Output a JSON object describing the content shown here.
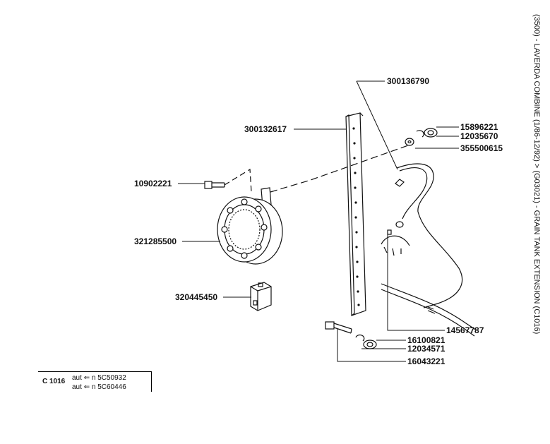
{
  "side_title": "(3500) - LAVERDA COMBINE (1/86-12/92) > (G03021) - GRAIN TANK EXTENSION (C1016)",
  "part_labels": {
    "p300136790": "300136790",
    "p300132617": "300132617",
    "p15896221": "15896221",
    "p12035670": "12035670",
    "p355500615": "355500615",
    "p10902221": "10902221",
    "p321285500": "321285500",
    "p320445450": "320445450",
    "p14567787": "14567787",
    "p16100821": "16100821",
    "p12034571": "12034571",
    "p16043221": "16043221"
  },
  "reference": {
    "code": "C 1016",
    "rows": [
      {
        "prefix": "aut",
        "arrow": "⇐",
        "text": "n  5C50932"
      },
      {
        "prefix": "aut",
        "arrow": "⇐",
        "text": "n  5C60446"
      }
    ]
  }
}
